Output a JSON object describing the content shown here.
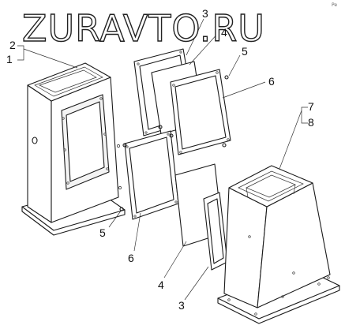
{
  "watermark": "ZURAVTO.RU",
  "corner_mark": "Pe",
  "callouts": {
    "c1": "1",
    "c2": "2",
    "c3_top": "3",
    "c4_top": "4",
    "c5_top": "5",
    "c6_right": "6",
    "c7": "7",
    "c8": "8",
    "c5_bottom": "5",
    "c6_bottom": "6",
    "c4_bottom": "4",
    "c3_bottom": "3"
  }
}
